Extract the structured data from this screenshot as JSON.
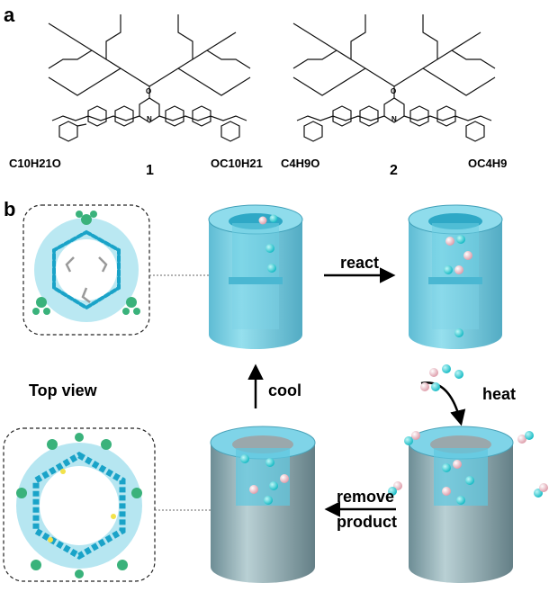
{
  "panel_a": {
    "label": "a",
    "compound_1": {
      "number": "1",
      "left_group": "C10H21O",
      "right_group": "OC10H21"
    },
    "compound_2": {
      "number": "2",
      "left_group": "C4H9O",
      "right_group": "OC4H9"
    },
    "atom_n": "N",
    "atom_o": "O"
  },
  "panel_b": {
    "label": "b",
    "top_view_label": "Top view",
    "step_react": "react",
    "step_heat": "heat",
    "step_remove": "remove",
    "step_product": "product",
    "step_cool": "cool"
  },
  "colors": {
    "cylinder": "#5ec8df",
    "cylinder_grey": "#7f9ea6",
    "particle_cyan": "#19d3d8",
    "particle_pink": "#f0b8c2",
    "molecule_blue": "#1aa3c8",
    "molecule_grey": "#9a9a9a",
    "dendron_green": "#3ab27b"
  }
}
